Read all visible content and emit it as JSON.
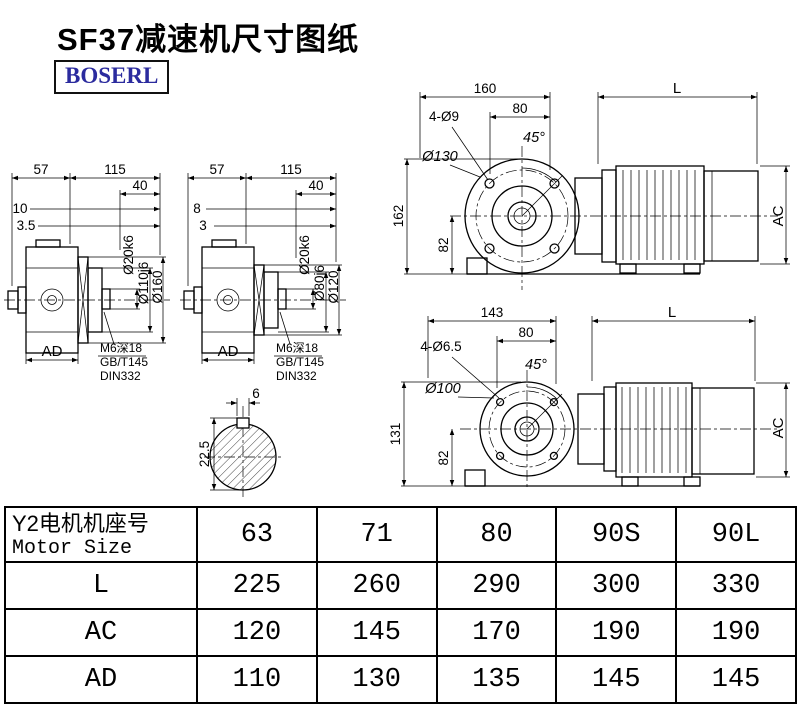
{
  "page": {
    "title": "SF37减速机尺寸图纸",
    "brand": "BOSERL"
  },
  "view_flange160": {
    "len_shaft": "57",
    "len_body": "115",
    "len_hub": "40",
    "step1": "10",
    "step2": "3.5",
    "dia_shaft": "Ø20k6",
    "dia_spigot": "Ø110j6",
    "dia_flange": "Ø160",
    "width_label": "AD",
    "note1": "M6深18",
    "note2": "GB/T145",
    "note3": "DIN332"
  },
  "view_flange120": {
    "len_shaft": "57",
    "len_body": "115",
    "len_hub": "40",
    "step1": "8",
    "step2": "3",
    "dia_shaft": "Ø20k6",
    "dia_spigot": "Ø80j6",
    "dia_flange": "Ø120",
    "width_label": "AD",
    "note1": "M6深18",
    "note2": "GB/T145",
    "note3": "DIN332"
  },
  "view_front160": {
    "len_flange": "160",
    "len_motor": "L",
    "len_hub": "80",
    "holes": "4-Ø9",
    "angle": "45°",
    "dia_circle": "Ø130",
    "height_total": "162",
    "height_center": "82",
    "motor_height": "AC"
  },
  "view_front120": {
    "len_flange": "143",
    "len_motor": "L",
    "len_hub": "80",
    "holes": "4-Ø6.5",
    "angle": "45°",
    "dia_circle": "Ø100",
    "height_total": "131",
    "height_center": "82",
    "motor_height": "AC"
  },
  "shaft_section": {
    "key_width": "6",
    "key_depth": "22.5"
  },
  "table": {
    "header_cn": "Y2电机机座号",
    "header_en": "Motor Size",
    "sizes": [
      "63",
      "71",
      "80",
      "90S",
      "90L"
    ],
    "rows": [
      {
        "label": "L",
        "values": [
          "225",
          "260",
          "290",
          "300",
          "330"
        ]
      },
      {
        "label": "AC",
        "values": [
          "120",
          "145",
          "170",
          "190",
          "190"
        ]
      },
      {
        "label": "AD",
        "values": [
          "110",
          "130",
          "135",
          "145",
          "145"
        ]
      }
    ]
  }
}
